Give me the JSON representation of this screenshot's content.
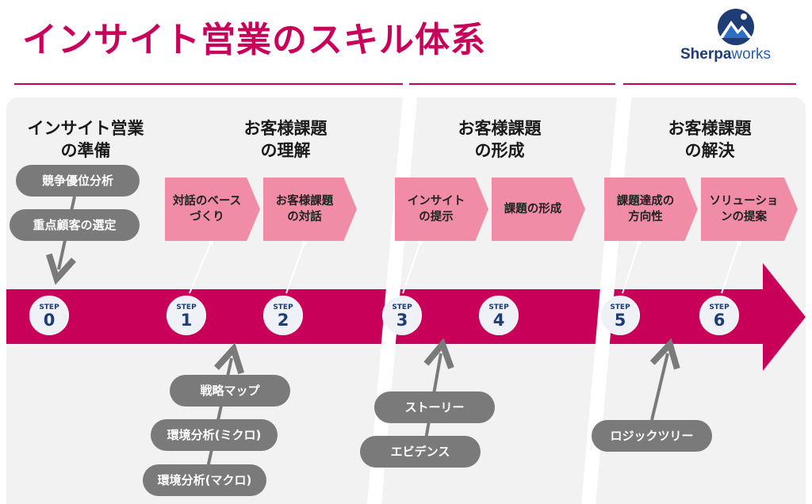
{
  "title": "インサイト営業のスキル体系",
  "logo": {
    "brand_bold": "Sherpa",
    "brand_rest": "works"
  },
  "colors": {
    "accent": "#c8005a",
    "pink": "#f08ca6",
    "pill": "#7a7a7a",
    "navy": "#1f3c74"
  },
  "sections": [
    {
      "title_line1": "インサイト営業",
      "title_line2": "の準備"
    },
    {
      "title_line1": "お客様課題",
      "title_line2": "の理解"
    },
    {
      "title_line1": "お客様課題",
      "title_line2": "の形成"
    },
    {
      "title_line1": "お客様課題",
      "title_line2": "の解決"
    }
  ],
  "step0_skills": [
    "競争優位分析",
    "重点顧客の選定"
  ],
  "steps": [
    {
      "label": "STEP",
      "num": "0"
    },
    {
      "label": "STEP",
      "num": "1",
      "line1": "対話のベース",
      "line2": "づくり"
    },
    {
      "label": "STEP",
      "num": "2",
      "line1": "お客様課題",
      "line2": "の対話"
    },
    {
      "label": "STEP",
      "num": "3",
      "line1": "インサイト",
      "line2": "の提示"
    },
    {
      "label": "STEP",
      "num": "4",
      "line1": "課題の形成",
      "line2": ""
    },
    {
      "label": "STEP",
      "num": "5",
      "line1": "課題達成の",
      "line2": "方向性"
    },
    {
      "label": "STEP",
      "num": "6",
      "line1": "ソリューショ",
      "line2": "ンの提案"
    }
  ],
  "bottom_tools": {
    "group1": [
      "戦略マップ",
      "環境分析(ミクロ)",
      "環境分析(マクロ)"
    ],
    "group2": [
      "ストーリー",
      "エビデンス"
    ],
    "group3": [
      "ロジックツリー"
    ]
  }
}
